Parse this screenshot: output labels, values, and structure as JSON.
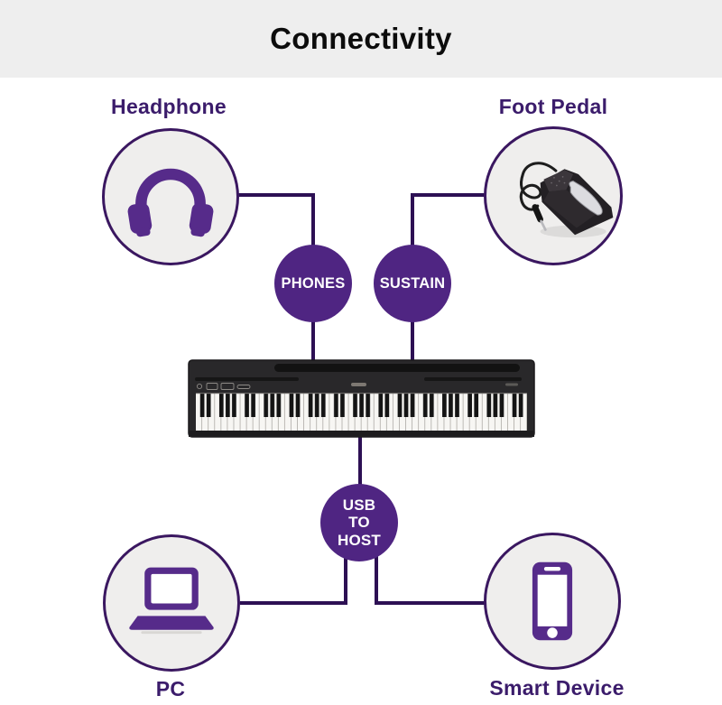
{
  "title": "Connectivity",
  "devices": {
    "headphone": {
      "label": "Headphone",
      "icon": "headphones-icon"
    },
    "foot_pedal": {
      "label": "Foot Pedal",
      "icon": "sustain-pedal-photo"
    },
    "pc": {
      "label": "PC",
      "icon": "laptop-icon"
    },
    "smart_device": {
      "label": "Smart Device",
      "icon": "smartphone-icon"
    }
  },
  "ports": {
    "phones": {
      "label": "PHONES"
    },
    "sustain": {
      "label": "SUSTAIN"
    },
    "usb_to_host": {
      "lines": [
        "USB",
        "TO",
        "HOST"
      ]
    }
  },
  "center_device": "digital piano keyboard",
  "connections": [
    {
      "from": "Headphone",
      "to": "PHONES port"
    },
    {
      "from": "Foot Pedal",
      "to": "SUSTAIN port"
    },
    {
      "from": "PHONES port",
      "to": "piano"
    },
    {
      "from": "SUSTAIN port",
      "to": "piano"
    },
    {
      "from": "piano",
      "to": "USB TO HOST port"
    },
    {
      "from": "USB TO HOST port",
      "to": "PC"
    },
    {
      "from": "USB TO HOST port",
      "to": "Smart Device"
    }
  ],
  "colors": {
    "header_bg": "#eeeeee",
    "title_text": "#0c0c0c",
    "badge_purple": "#4f2582",
    "icon_purple": "#562b8a",
    "line_purple": "#2d1054",
    "label_purple": "#3b1c6b",
    "node_fill": "#efeeed",
    "node_border": "#3a1760"
  }
}
